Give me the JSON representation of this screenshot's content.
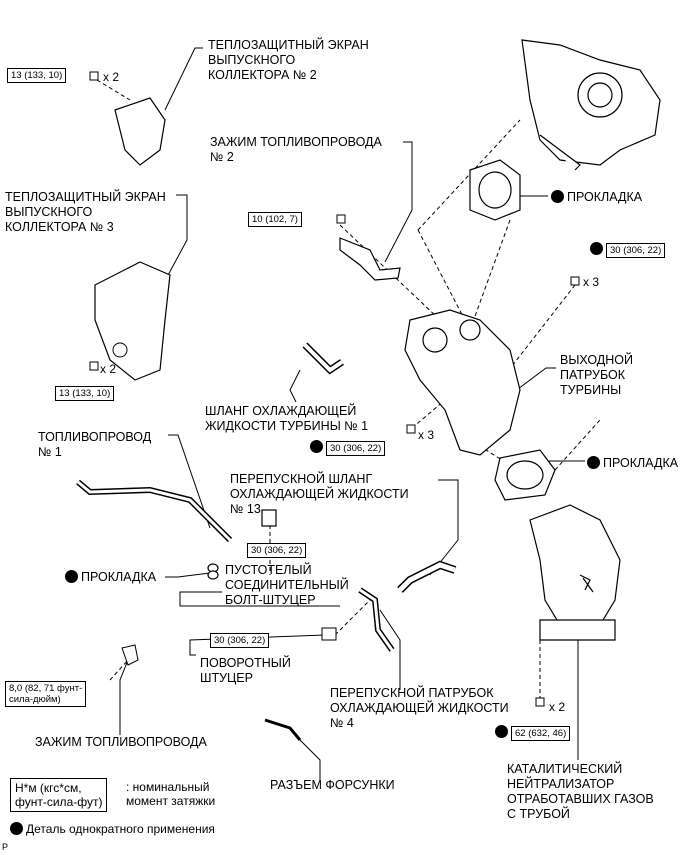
{
  "labels": {
    "heat_ins_2": "ТЕПЛОЗАЩИТНЫЙ ЭКРАН\nВЫПУСКНОГО\nКОЛЛЕКТОРА № 2",
    "heat_ins_3": "ТЕПЛОЗАЩИТНЫЙ ЭКРАН\nВЫПУСКНОГО\nКОЛЛЕКТОРА № 3",
    "fuel_clamp_2": "ЗАЖИМ ТОПЛИВОПРОВОДА\n№ 2",
    "gasket_top": "ПРОКЛАДКА",
    "turbine_outlet": "ВЫХОДНОЙ\nПАТРУБОК\nТУРБИНЫ",
    "coolant_hose_1": "ШЛАНГ ОХЛАЖДАЮЩЕЙ\nЖИДКОСТИ ТУРБИНЫ № 1",
    "fuel_pipe_1": "ТОПЛИВОПРОВОД\n№ 1",
    "bypass_hose_13": "ПЕРЕПУСКНОЙ ШЛАНГ\nОХЛАЖДАЮЩЕЙ ЖИДКОСТИ\n№ 13",
    "gasket_mid": "ПРОКЛАДКА",
    "gasket_left": "ПРОКЛАДКА",
    "union_bolt": "ПУСТОТЕЛЫЙ\nСОЕДИНИТЕЛЬНЫЙ\nБОЛТ-ШТУЦЕР",
    "swivel": "ПОВОРОТНЫЙ\nШТУЦЕР",
    "bypass_pipe_4": "ПЕРЕПУСКНОЙ ПАТРУБОК\nОХЛАЖДАЮЩЕЙ ЖИДКОСТИ\n№ 4",
    "fuel_clamp": "ЗАЖИМ ТОПЛИВОПРОВОДА",
    "injector_conn": "РАЗЪЕМ ФОРСУНКИ",
    "catalytic": "КАТАЛИТИЧЕСКИЙ\nНЕЙТРАЛИЗАТОР\nОТРАБОТАВШИХ ГАЗОВ\nС ТРУБОЙ"
  },
  "torques": {
    "t1": "13 (133, 10)",
    "t2": "10 (102, 7)",
    "t3": "30 (306, 22)",
    "t4": "13 (133, 10)",
    "t5": "30 (306, 22)",
    "t6": "30 (306, 22)",
    "t7": "30 (306, 22)",
    "t8": "8,0 (82, 71 фунт-\nсила-дюйм)",
    "t9": "62 (632, 46)"
  },
  "multipliers": {
    "m1": "x 2",
    "m2": "x 3",
    "m3": "x 2",
    "m4": "x 3",
    "m5": "x 2"
  },
  "legend": {
    "unit": "Н*м (кгс*см,\nфунт-сила-фут)",
    "unit_desc": ": номинальный\nмомент затяжки",
    "nonreusable": "Деталь однократного применения"
  },
  "corner_mark": "P"
}
